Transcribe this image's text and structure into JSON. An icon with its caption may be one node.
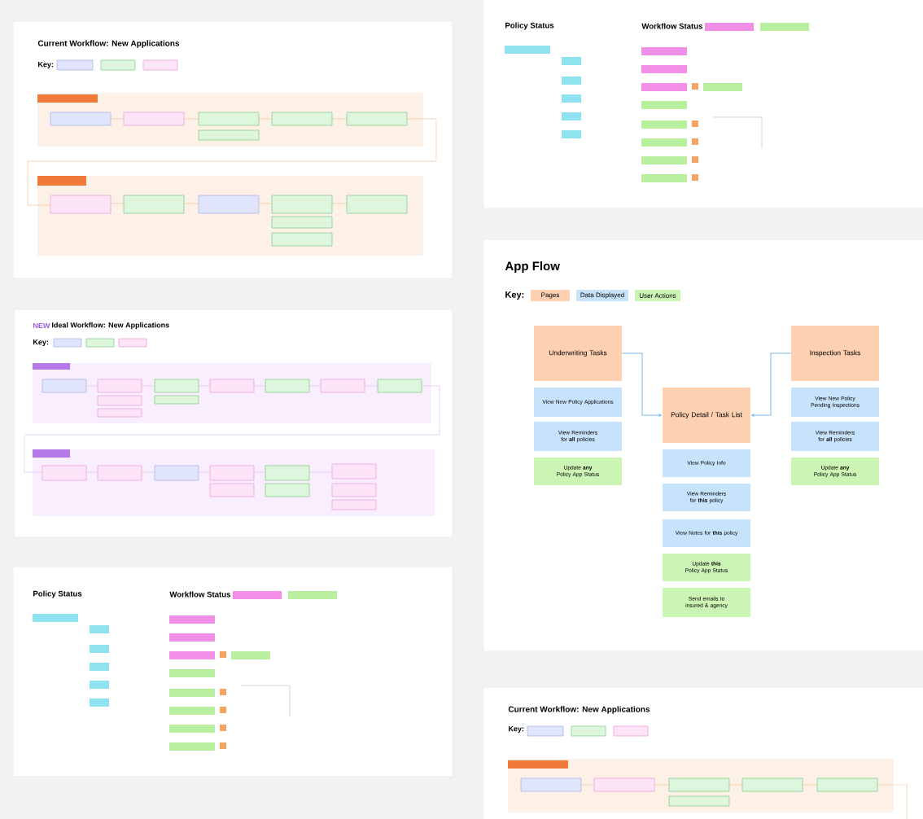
{
  "diagram": {
    "nodes": [
      {
        "text": [
          "Underwriting Tasks"
        ]
      },
      {
        "text": [
          "View New Policy Applications"
        ]
      },
      {
        "text": [
          "View Reminders for **all** policies"
        ]
      },
      {
        "text": [
          "Update **any** Policy App Status"
        ]
      },
      {
        "text": [
          "Policy Detail / Task List"
        ]
      },
      {
        "text": [
          "View Policy Info"
        ]
      },
      {
        "text": [
          "View Reminders for **this** policy"
        ]
      },
      {
        "text": [
          "View Notes for **this** policy"
        ]
      },
      {
        "text": [
          "Update **this** Policy App Status"
        ]
      },
      {
        "text": [
          "Send emails to insured & agency"
        ]
      },
      {
        "text": [
          "Inspection Tasks"
        ]
      },
      {
        "text": [
          "View New Policy Pending Inspections"
        ]
      },
      {
        "text": [
          "View Reminders for **all** policies"
        ]
      },
      {
        "text": [
          "Update **any** Policy App Status"
        ]
      }
    ],
    "edges": [
      {
        "from": 0,
        "to": 4,
        "arrow": "to"
      },
      {
        "from": 10,
        "to": 4,
        "arrow": "to"
      }
    ],
    "labels": [
      "Current Workflow: New Applications",
      "Key:",
      "Policy Status",
      "Workflow Status",
      "NEW",
      "Ideal Workflow: New Applications",
      "Key:",
      "App Flow",
      "Key:",
      "Policy Status",
      "Workflow Status",
      "Current Workflow: New Applications",
      "Key:"
    ],
    "legend": [
      {
        "text": "Pages",
        "color": "#fdd0b1"
      },
      {
        "text": "Data Displayed",
        "color": "#c7e3fb"
      },
      {
        "text": "User Actions",
        "color": "#ccf5b5"
      }
    ]
  }
}
